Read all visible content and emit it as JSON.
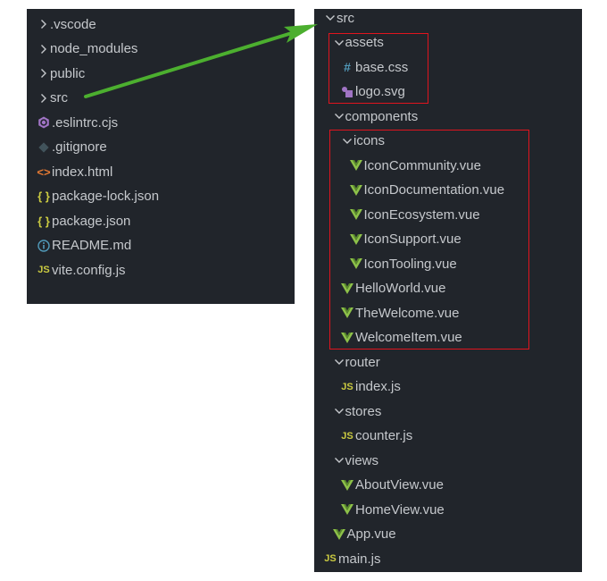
{
  "colors": {
    "panel_bg": "#21252b",
    "text": "#c5c8cc",
    "arrow": "#4caf2f",
    "highlight_box": "#e0141e",
    "vue": "#8dc149",
    "js": "#cbcb41",
    "json": "#cbcb41",
    "css": "#519aba",
    "html": "#e37933",
    "svg": "#a074c4",
    "eslint": "#a074c4",
    "git": "#41535b",
    "info": "#519aba"
  },
  "left_tree": [
    {
      "label": ".vscode",
      "type": "folder",
      "expanded": false,
      "depth": 0
    },
    {
      "label": "node_modules",
      "type": "folder",
      "expanded": false,
      "depth": 0
    },
    {
      "label": "public",
      "type": "folder",
      "expanded": false,
      "depth": 0
    },
    {
      "label": "src",
      "type": "folder",
      "expanded": false,
      "depth": 0
    },
    {
      "label": ".eslintrc.cjs",
      "type": "eslint",
      "depth": 0
    },
    {
      "label": ".gitignore",
      "type": "git",
      "depth": 0
    },
    {
      "label": "index.html",
      "type": "html",
      "depth": 0
    },
    {
      "label": "package-lock.json",
      "type": "json",
      "depth": 0
    },
    {
      "label": "package.json",
      "type": "json",
      "depth": 0
    },
    {
      "label": "README.md",
      "type": "info",
      "depth": 0
    },
    {
      "label": "vite.config.js",
      "type": "js",
      "depth": 0
    }
  ],
  "right_tree": [
    {
      "label": "src",
      "type": "folder",
      "expanded": true,
      "depth": 0
    },
    {
      "label": "assets",
      "type": "folder",
      "expanded": true,
      "depth": 1
    },
    {
      "label": "base.css",
      "type": "css",
      "depth": 2
    },
    {
      "label": "logo.svg",
      "type": "svg",
      "depth": 2
    },
    {
      "label": "components",
      "type": "folder",
      "expanded": true,
      "depth": 1
    },
    {
      "label": "icons",
      "type": "folder",
      "expanded": true,
      "depth": 2
    },
    {
      "label": "IconCommunity.vue",
      "type": "vue",
      "depth": 3
    },
    {
      "label": "IconDocumentation.vue",
      "type": "vue",
      "depth": 3
    },
    {
      "label": "IconEcosystem.vue",
      "type": "vue",
      "depth": 3
    },
    {
      "label": "IconSupport.vue",
      "type": "vue",
      "depth": 3
    },
    {
      "label": "IconTooling.vue",
      "type": "vue",
      "depth": 3
    },
    {
      "label": "HelloWorld.vue",
      "type": "vue",
      "depth": 2
    },
    {
      "label": "TheWelcome.vue",
      "type": "vue",
      "depth": 2
    },
    {
      "label": "WelcomeItem.vue",
      "type": "vue",
      "depth": 2
    },
    {
      "label": "router",
      "type": "folder",
      "expanded": true,
      "depth": 1
    },
    {
      "label": "index.js",
      "type": "js",
      "depth": 2
    },
    {
      "label": "stores",
      "type": "folder",
      "expanded": true,
      "depth": 1
    },
    {
      "label": "counter.js",
      "type": "js",
      "depth": 2
    },
    {
      "label": "views",
      "type": "folder",
      "expanded": true,
      "depth": 1
    },
    {
      "label": "AboutView.vue",
      "type": "vue",
      "depth": 2
    },
    {
      "label": "HomeView.vue",
      "type": "vue",
      "depth": 2
    },
    {
      "label": "App.vue",
      "type": "vue",
      "depth": 1
    },
    {
      "label": "main.js",
      "type": "js",
      "depth": 0
    }
  ]
}
